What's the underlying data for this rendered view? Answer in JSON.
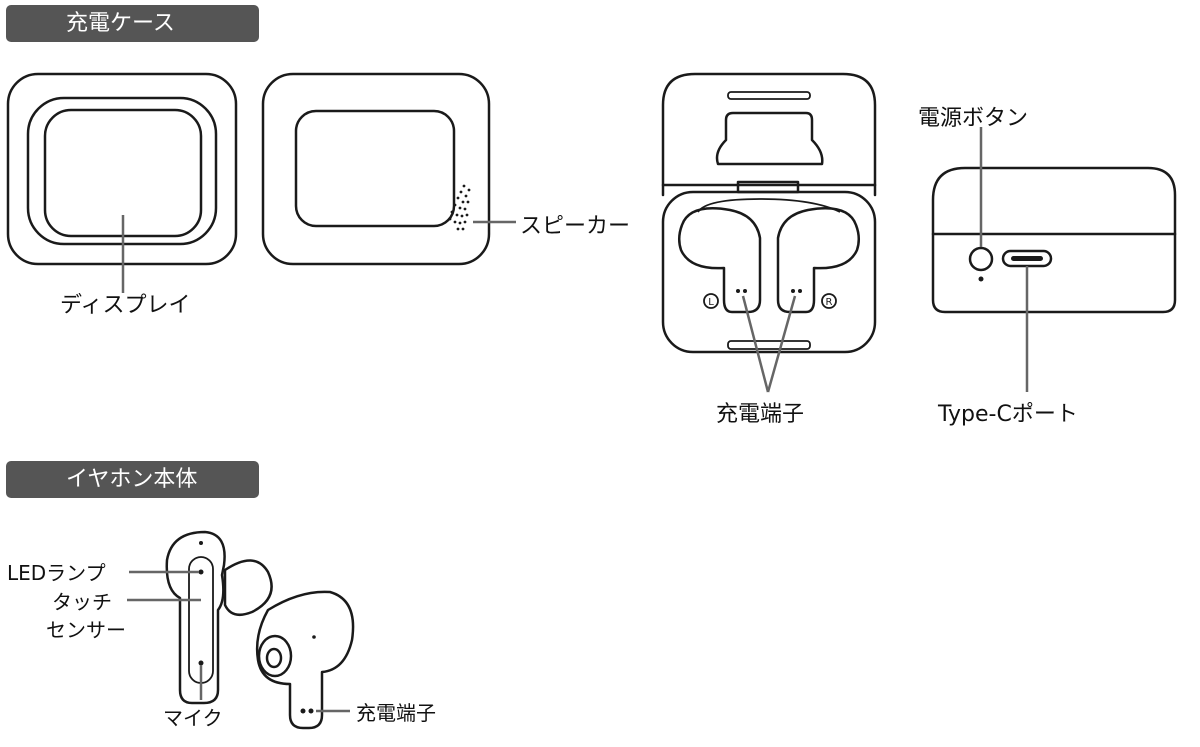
{
  "sections": {
    "case_header": "充電ケース",
    "earbud_header": "イヤホン本体"
  },
  "case_labels": {
    "display": "ディスプレイ",
    "speaker": "スピーカー",
    "charging_terminal": "充電端子",
    "power_button": "電源ボタン",
    "typec_port": "Type-Cポート"
  },
  "earbud_labels": {
    "led_lamp": "LEDランプ",
    "touch_sensor_line1": "タッチ",
    "touch_sensor_line2": "センサー",
    "mic": "マイク",
    "charging_terminal": "充電端子"
  },
  "markings": {
    "left": "L",
    "right": "R"
  }
}
